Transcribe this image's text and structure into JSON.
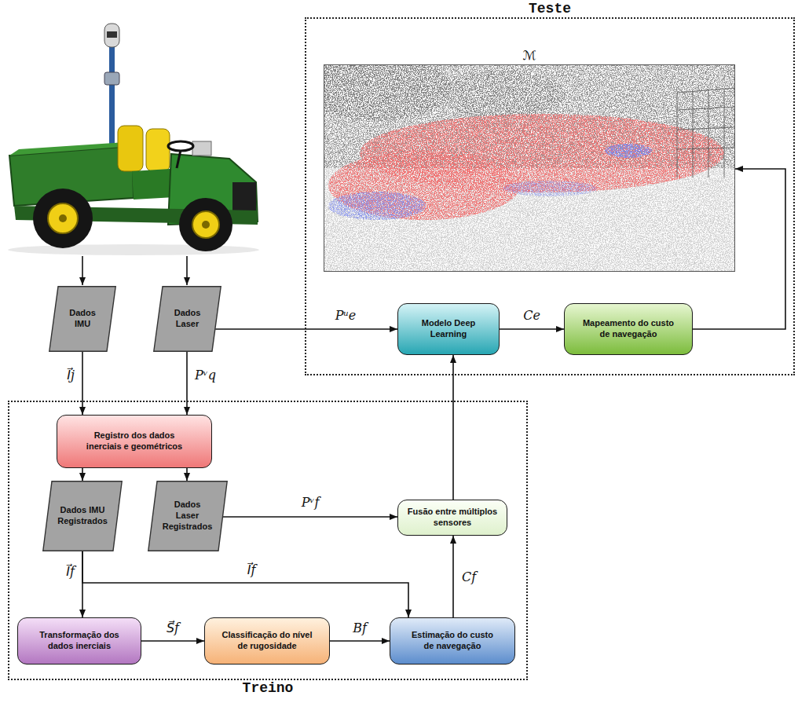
{
  "diagram": {
    "nodes": [
      {
        "text": [
          "Teste"
        ]
      },
      {
        "text": [
          "ℳ"
        ],
        "in": 0
      },
      {
        "text": [
          "Modelo Deep Learning"
        ],
        "in": 0
      },
      {
        "text": [
          "Mapeamento do custo de navegação"
        ],
        "in": 0
      },
      {
        "text": [
          "Dados IMU"
        ]
      },
      {
        "text": [
          "Dados Laser"
        ]
      },
      {
        "text": [
          "Treino"
        ]
      },
      {
        "text": [
          "Registro dos dados inerciais e geométricos"
        ],
        "in": 6
      },
      {
        "text": [
          "Dados IMU Registrados"
        ],
        "in": 6
      },
      {
        "text": [
          "Dados Laser Registrados"
        ],
        "in": 6
      },
      {
        "text": [
          "Fusão entre múltiplos sensores"
        ],
        "in": 6
      },
      {
        "text": [
          "Transformação dos dados inerciais"
        ],
        "in": 6
      },
      {
        "text": [
          "Classificação do nível de rugosidade"
        ],
        "in": 6
      },
      {
        "text": [
          "Estimação do custo de navegação"
        ],
        "in": 6
      }
    ],
    "edges": [
      {
        "from": 4,
        "to": 7,
        "arrow": "to",
        "label": "I⃗j"
      },
      {
        "from": 5,
        "to": 7,
        "arrow": "to",
        "label": "Pᵛq"
      },
      {
        "from": 5,
        "to": 2,
        "arrow": "to",
        "label": "Pᵘe"
      },
      {
        "from": 2,
        "to": 3,
        "arrow": "to",
        "label": "Ce"
      },
      {
        "from": 3,
        "to": 1,
        "arrow": "to"
      },
      {
        "from": 7,
        "to": 8,
        "arrow": "to"
      },
      {
        "from": 7,
        "to": 9,
        "arrow": "to"
      },
      {
        "from": 9,
        "to": 10,
        "arrow": "to",
        "label": "Pᵛf"
      },
      {
        "from": 8,
        "to": 11,
        "arrow": "to",
        "label": "I⃗f"
      },
      {
        "from": 8,
        "to": 13,
        "arrow": "to",
        "label": "I⃗f"
      },
      {
        "from": 11,
        "to": 12,
        "arrow": "to",
        "label": "S⃗f"
      },
      {
        "from": 12,
        "to": 13,
        "arrow": "to",
        "label": "Bf"
      },
      {
        "from": 13,
        "to": 10,
        "arrow": "to",
        "label": "Cf"
      },
      {
        "from": 10,
        "to": 2,
        "arrow": "to"
      }
    ]
  }
}
